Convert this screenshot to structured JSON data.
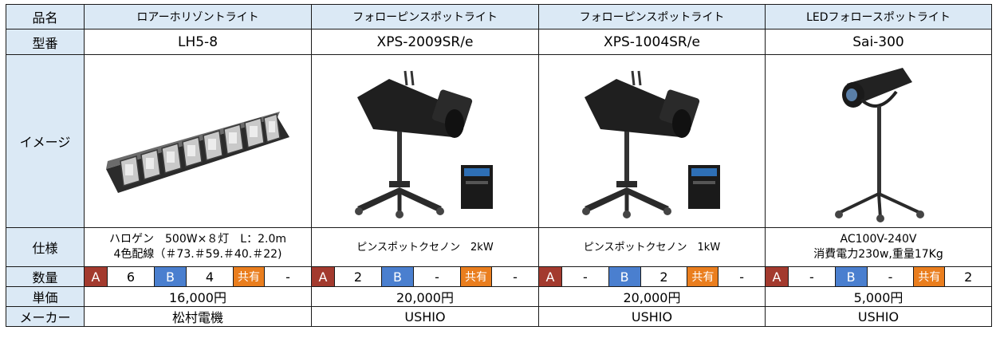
{
  "labels": {
    "name": "品名",
    "model": "型番",
    "image": "イメージ",
    "spec": "仕様",
    "qty": "数量",
    "price": "単価",
    "maker": "メーカー"
  },
  "qty_labels": {
    "a": "A",
    "b": "B",
    "shared": "共有"
  },
  "colors": {
    "header_bg": "#dbe9f5",
    "qty_a": "#a33a2e",
    "qty_b": "#4a7fcf",
    "qty_shared": "#ea7e1e"
  },
  "products": [
    {
      "name": "ロアーホリゾントライト",
      "model": "LH5-8",
      "image_icon": "lower-horizont-light-icon",
      "spec_line1": "ハロゲン　500W×８灯　L：2.0m",
      "spec_line2": "4色配線（＃73.＃59.＃40.＃22)",
      "qty_a": "6",
      "qty_b": "4",
      "qty_shared": "-",
      "price": "16,000円",
      "maker": "松村電機"
    },
    {
      "name": "フォローピンスポットライト",
      "model": "XPS-2009SR/e",
      "image_icon": "follow-pin-spot-light-icon",
      "spec_line1": "ピンスポットクセノン　2kW",
      "spec_line2": "",
      "qty_a": "2",
      "qty_b": "-",
      "qty_shared": "-",
      "price": "20,000円",
      "maker": "USHIO"
    },
    {
      "name": "フォローピンスポットライト",
      "model": "XPS-1004SR/e",
      "image_icon": "follow-pin-spot-light-icon",
      "spec_line1": "ピンスポットクセノン　1kW",
      "spec_line2": "",
      "qty_a": "-",
      "qty_b": "2",
      "qty_shared": "-",
      "price": "20,000円",
      "maker": "USHIO"
    },
    {
      "name": "LEDフォロースポットライト",
      "model": "Sai-300",
      "image_icon": "led-follow-spot-light-icon",
      "spec_line1": "AC100V-240V",
      "spec_line2": "消費電力230w,重量17Kg",
      "qty_a": "-",
      "qty_b": "-",
      "qty_shared": "2",
      "price": "5,000円",
      "maker": "USHIO"
    }
  ]
}
